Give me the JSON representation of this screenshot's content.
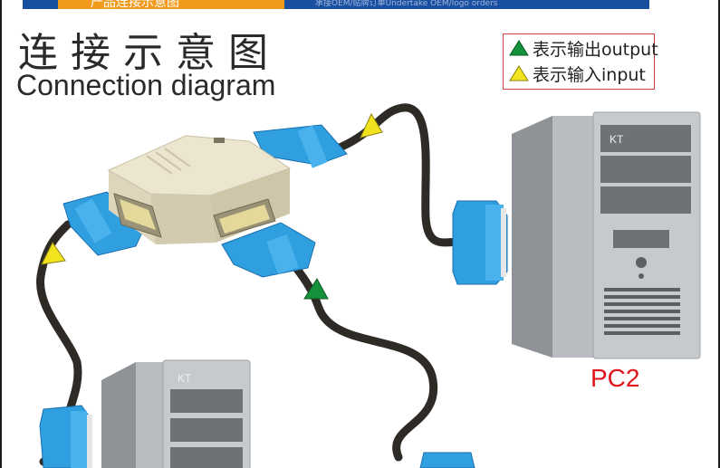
{
  "banner": {
    "left_text": "产品连接示意图",
    "right_text": "承接OEM/贴牌订单Undertake OEM/logo orders"
  },
  "title": {
    "chinese": "连接示意图",
    "english": "Connection diagram"
  },
  "legend": {
    "output": {
      "label": "表示输出output",
      "color": "#16913b",
      "icon": "green-triangle-icon"
    },
    "input": {
      "label": "表示输入input",
      "color": "#f2e31e",
      "icon": "yellow-triangle-icon"
    }
  },
  "devices": {
    "pc2": {
      "label": "PC2",
      "brand": "KT"
    },
    "pc1": {
      "brand": "KT"
    }
  },
  "colors": {
    "cable": "#2e2a26",
    "connector": "#2f9fe0",
    "label_red": "#e0141b",
    "switch_body": "#e6dfc8"
  }
}
